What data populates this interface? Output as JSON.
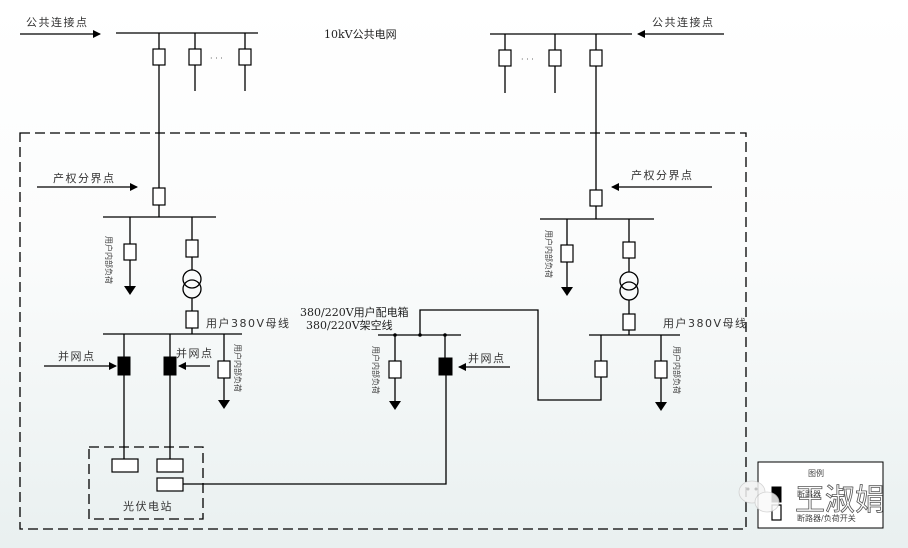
{
  "labels": {
    "pcc_left": "公共连接点",
    "pcc_right": "公共连接点",
    "grid_10kv": "10kV公共电网",
    "property_boundary_left": "产权分界点",
    "property_boundary_right": "产权分界点",
    "user_bus_left": "用户380V母线",
    "user_bus_right": "用户380V母线",
    "internal_load": "用户内部负荷",
    "grid_point_1": "并网点",
    "grid_point_2": "并网点",
    "grid_point_3": "并网点",
    "distribution_box": "380/220V用户配电箱",
    "overhead_line": "380/220V架空线",
    "pv_station": "光伏电站",
    "ellipsis_left": "· · ·",
    "ellipsis_right": "· · ·"
  },
  "legend": {
    "title": "图例",
    "items": [
      {
        "symbol": "breaker-filled",
        "label": "断路器"
      },
      {
        "symbol": "switch-outline",
        "label": "断路器/负荷开关"
      }
    ]
  },
  "watermark": {
    "text": "王淑娟",
    "icon": "wechat-icon"
  },
  "colors": {
    "line": "#000000",
    "text": "#333333",
    "background_bottom": "#e9f0f0"
  }
}
